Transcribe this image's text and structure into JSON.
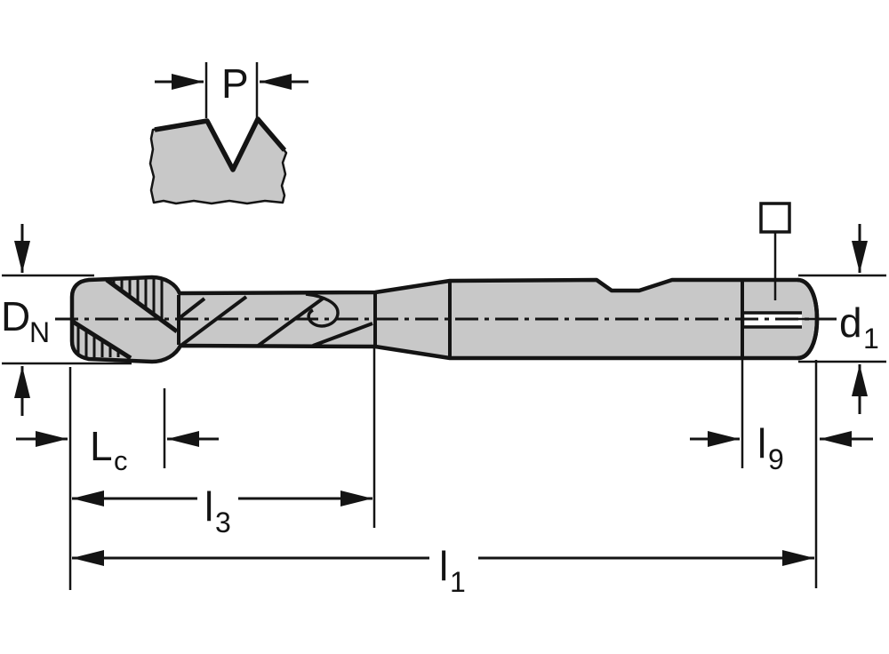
{
  "meta": {
    "type": "technical-drawing"
  },
  "colors": {
    "background": "#ffffff",
    "line": "#141414",
    "part_fill": "#c8c8c8"
  },
  "labels": {
    "pitch": {
      "main": "P"
    },
    "nominal_diameter": {
      "main": "D",
      "sub": "N"
    },
    "shank_diameter": {
      "main": "d",
      "sub": "1"
    },
    "chamfer_length": {
      "main": "L",
      "sub": "c"
    },
    "thread_length": {
      "main": "l",
      "sub": "3"
    },
    "overall_length": {
      "main": "l",
      "sub": "1"
    },
    "square_length": {
      "main": "l",
      "sub": "9"
    }
  }
}
